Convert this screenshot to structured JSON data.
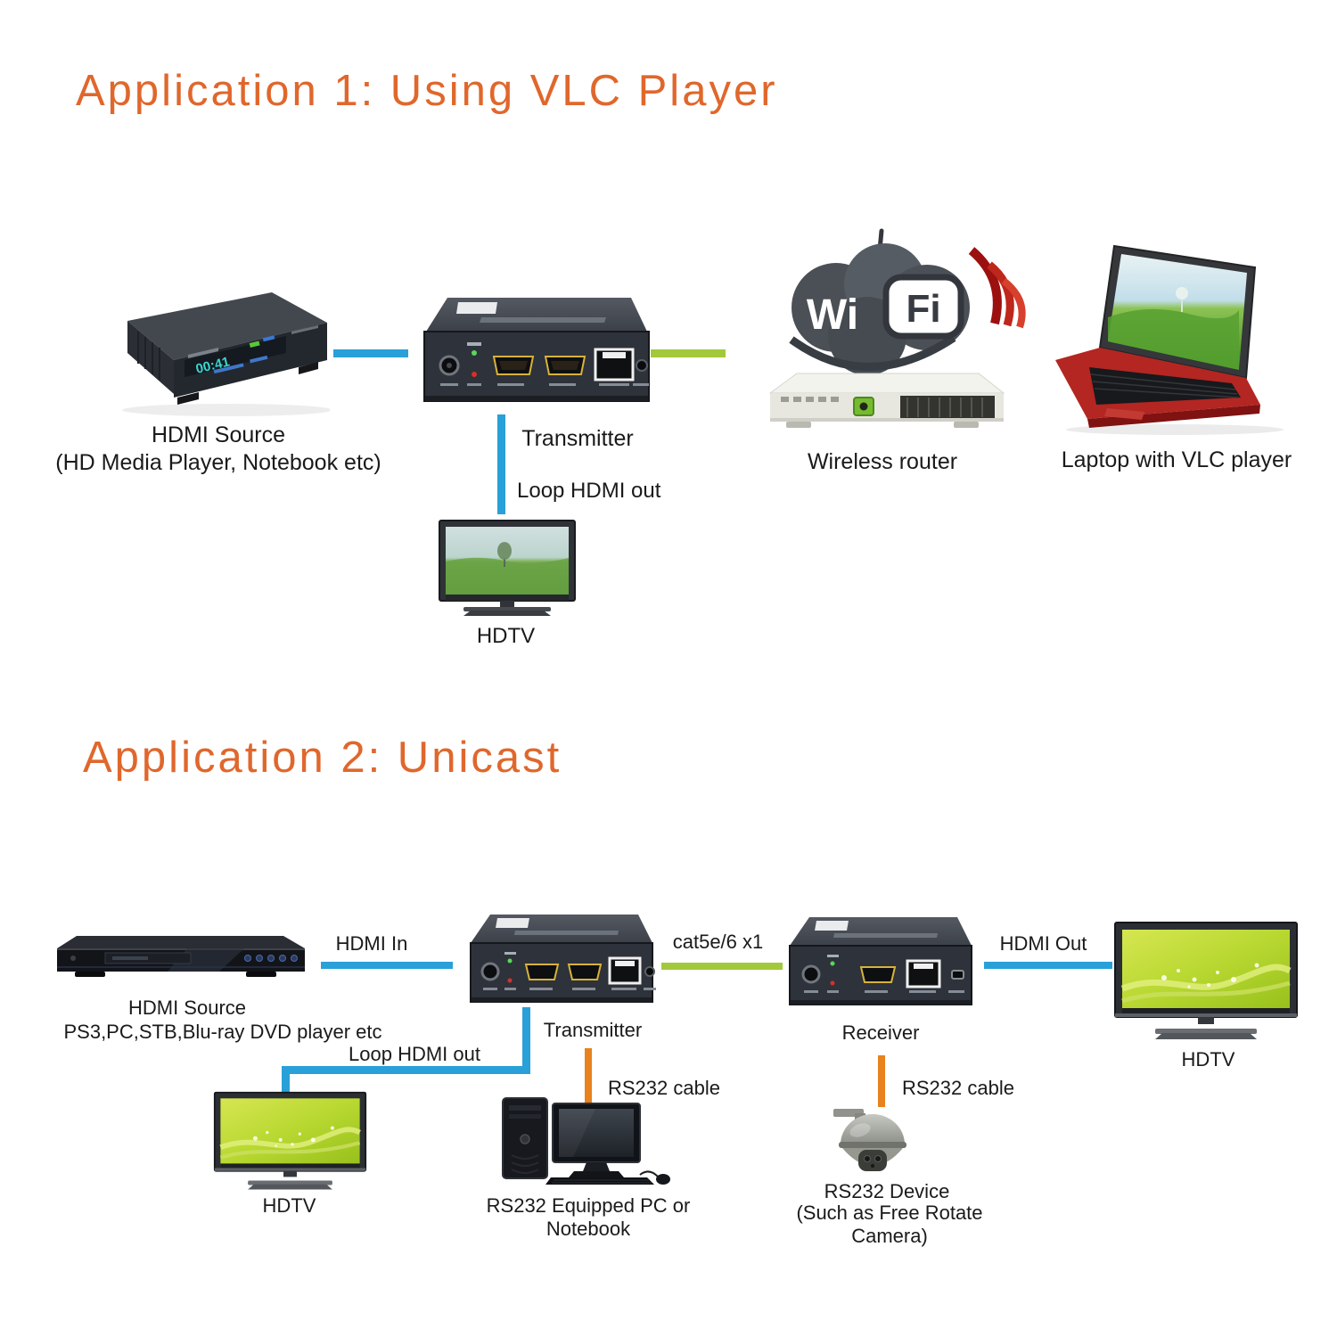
{
  "colors": {
    "title_color": "#E0672C",
    "hdmi_line": "#29A0D8",
    "network_line": "#A2C93B",
    "rs232_line": "#E8821E"
  },
  "app1": {
    "title": "Application 1: Using VLC Player",
    "source_label": "HDMI Source",
    "source_sublabel": "(HD Media Player, Notebook etc)",
    "source_display_text": "00:41",
    "transmitter_label": "Transmitter",
    "loop_label": "Loop HDMI out",
    "hdtv_label": "HDTV",
    "router_label": "Wireless router",
    "wifi_wi": "Wi",
    "wifi_fi": "Fi",
    "laptop_label": "Laptop with VLC player"
  },
  "app2": {
    "title": "Application 2: Unicast",
    "source_label": "HDMI Source",
    "source_sublabel": "PS3,PC,STB,Blu-ray DVD player etc",
    "hdmi_in_label": "HDMI In",
    "transmitter_label": "Transmitter",
    "cat5_label": "cat5e/6 x1",
    "receiver_label": "Receiver",
    "hdmi_out_label": "HDMI Out",
    "hdtv_right_label": "HDTV",
    "loop_label": "Loop HDMI out",
    "hdtv_left_label": "HDTV",
    "rs232_tx_label": "RS232 cable",
    "pc_label": "RS232 Equipped PC or Notebook",
    "rs232_rx_label": "RS232 cable",
    "camera_label": "RS232 Device",
    "camera_sublabel": "(Such as Free Rotate Camera)"
  }
}
